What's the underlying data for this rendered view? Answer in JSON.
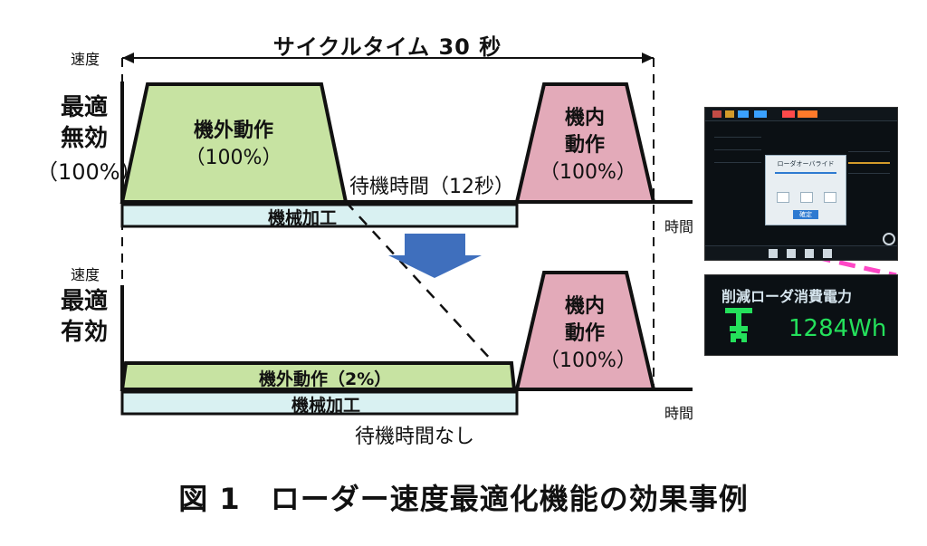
{
  "cycle": {
    "label": "サイクルタイム 30 秒"
  },
  "axes": {
    "speed": "速度",
    "time": "時間"
  },
  "top": {
    "condition": [
      "最適",
      "無効",
      "（100%）"
    ],
    "external_motion": [
      "機外動作",
      "（100%）"
    ],
    "internal_motion": [
      "機内",
      "動作",
      "（100%）"
    ],
    "wait_label": "待機時間（12秒）",
    "machining": "機械加工"
  },
  "bottom": {
    "condition": [
      "最適",
      "有効"
    ],
    "external_motion": "機外動作（2%）",
    "internal_motion": [
      "機内",
      "動作",
      "（100%）"
    ],
    "machining": "機械加工",
    "no_wait": "待機時間なし"
  },
  "caption": "図 1　ローダー速度最適化機能の効果事例",
  "inset": {
    "dialog_title": "ローダオーバライド",
    "reduction_title": "削減ローダ消費電力",
    "reduction_value": "1284Wh",
    "button_ok": "確定"
  },
  "colors": {
    "green": "#c7e3a2",
    "pink": "#e3aab9",
    "machining": "#d9f1f2",
    "magenta": "#ff47c6",
    "arrow": "#3f6fbd"
  }
}
